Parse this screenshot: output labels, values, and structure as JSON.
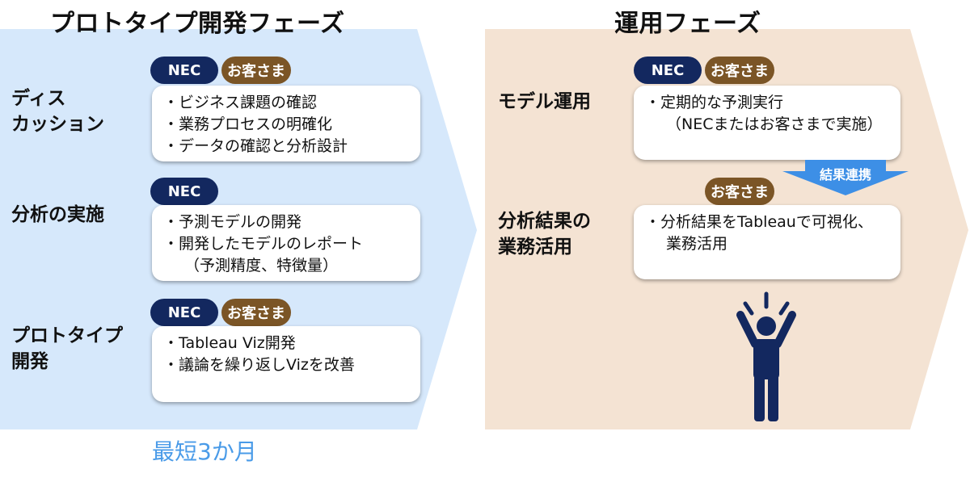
{
  "colors": {
    "proto_bg": "#d6e8fb",
    "ops_bg": "#f4e3d3",
    "nec": "#13285f",
    "customer": "#7b5526",
    "duration": "#4a9be8",
    "link_arrow": "#3d8fe6"
  },
  "prototype_phase": {
    "title": "プロトタイプ開発フェーズ",
    "duration": "最短3か月",
    "rows": [
      {
        "label_lines": [
          "ディス",
          "カッション"
        ],
        "badges": [
          "NEC",
          "お客さま"
        ],
        "items": [
          "・ビジネス課題の確認",
          "・業務プロセスの明確化",
          "・データの確認と分析設計"
        ]
      },
      {
        "label_lines": [
          "分析の実施"
        ],
        "badges": [
          "NEC"
        ],
        "items": [
          "・予測モデルの開発",
          "・開発したモデルのレポート",
          "（予測精度、特徴量）"
        ]
      },
      {
        "label_lines": [
          "プロトタイプ",
          "開発"
        ],
        "badges": [
          "NEC",
          "お客さま"
        ],
        "items": [
          "・Tableau Viz開発",
          "・議論を繰り返しVizを改善"
        ]
      }
    ]
  },
  "operation_phase": {
    "title": "運用フェーズ",
    "link_label": "結果連携",
    "rows": [
      {
        "label_lines": [
          "モデル運用"
        ],
        "badges": [
          "NEC",
          "お客さま"
        ],
        "items": [
          "・定期的な予測実行",
          "（NECまたはお客さまで実施）"
        ]
      },
      {
        "label_lines": [
          "分析結果の",
          "業務活用"
        ],
        "badges": [
          "お客さま"
        ],
        "items": [
          "・分析結果をTableauで可視化、",
          "業務活用"
        ]
      }
    ],
    "figure_icon": "cheering-person-icon"
  }
}
